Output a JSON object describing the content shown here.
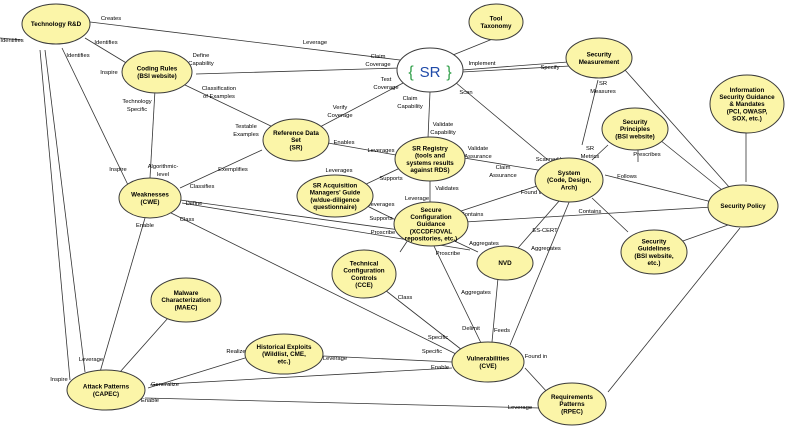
{
  "nodes": [
    {
      "id": "tech-rnd",
      "lines": [
        "Technology R&D"
      ]
    },
    {
      "id": "tool-taxonomy",
      "lines": [
        "Tool",
        "Taxonomy"
      ]
    },
    {
      "id": "sr",
      "lines": [
        "{",
        "SR",
        "}"
      ]
    },
    {
      "id": "security-measurement",
      "lines": [
        "Security",
        "Measurement"
      ]
    },
    {
      "id": "coding-rules",
      "lines": [
        "Coding Rules",
        "(BSI website)"
      ]
    },
    {
      "id": "info-security-guidance",
      "lines": [
        "Information",
        "Security Guidance",
        "& Mandates",
        "(PCI, OWASP,",
        "SOX, etc.)"
      ]
    },
    {
      "id": "security-principles",
      "lines": [
        "Security",
        "Principles",
        "(BSI website)"
      ]
    },
    {
      "id": "reference-data-set",
      "lines": [
        "Reference Data",
        "Set",
        "(SR)"
      ]
    },
    {
      "id": "sr-registry",
      "lines": [
        "SR Registry",
        "(tools and",
        "systems results",
        "against RDS)"
      ]
    },
    {
      "id": "system",
      "lines": [
        "System",
        "(Code, Design,",
        "Arch)"
      ]
    },
    {
      "id": "sr-acquisition",
      "lines": [
        "SR Acquisition",
        "Managers' Guide",
        "(w/due-diligence",
        "questionnaire)"
      ]
    },
    {
      "id": "weaknesses",
      "lines": [
        "Weaknesses",
        "(CWE)"
      ]
    },
    {
      "id": "security-policy",
      "lines": [
        "Security Policy"
      ]
    },
    {
      "id": "secure-config",
      "lines": [
        "Secure",
        "Configuration",
        "Guidance",
        "(XCCDF/OVAL",
        "repositories, etc.)"
      ]
    },
    {
      "id": "security-guidelines",
      "lines": [
        "Security",
        "Guidelines",
        "(BSI website,",
        "etc.)"
      ]
    },
    {
      "id": "tech-config-controls",
      "lines": [
        "Technical",
        "Configuration",
        "Controls",
        "(CCE)"
      ]
    },
    {
      "id": "nvd",
      "lines": [
        "NVD"
      ]
    },
    {
      "id": "malware",
      "lines": [
        "Malware",
        "Characterization",
        "(MAEC)"
      ]
    },
    {
      "id": "historical-exploits",
      "lines": [
        "Historical Exploits",
        "(Wildlist, CME,",
        "etc.)"
      ]
    },
    {
      "id": "vulnerabilities",
      "lines": [
        "Vulnerabilities",
        "(CVE)"
      ]
    },
    {
      "id": "attack-patterns",
      "lines": [
        "Attack Patterns",
        "(CAPEC)"
      ]
    },
    {
      "id": "requirements-patterns",
      "lines": [
        "Requirements",
        "Patterns",
        "(RPEC)"
      ]
    }
  ],
  "edge_labels": [
    "Identifies",
    "Creates",
    "Leverage",
    "Identifies",
    "Identifies",
    "Inspire",
    "Define",
    "Capability",
    "Claim",
    "Coverage",
    "Implement",
    "Specify",
    "Test",
    "Coverage",
    "Scan",
    "SR",
    "Measures",
    "Classification",
    "of Examples",
    "Technology",
    "Specific",
    "Verify",
    "Coverage",
    "Claim",
    "Capability",
    "Testable",
    "Examples",
    "Enables",
    "Validate",
    "Capability",
    "Prescribes",
    "Leverages",
    "Validate",
    "Assurance",
    "Scanned by",
    "SR",
    "Metrics",
    "Algorithmic-",
    "level",
    "Inspire",
    "Exemplifies",
    "Claim",
    "Assurance",
    "Leverages",
    "Supports",
    "Follows",
    "Classifies",
    "Validates",
    "Found in",
    "Define",
    "Leverages",
    "Supports",
    "Leverage",
    "Contains",
    "Class",
    "Proscribe",
    "ES-CERT",
    "Contains",
    "Enable",
    "Aggregates",
    "Aggregates",
    "Proscribe",
    "Class",
    "Aggregates",
    "Delimit",
    "Feeds",
    "Leverage",
    "Realize",
    "Specific",
    "Specific",
    "Found in",
    "Inspire",
    "Leverage",
    "Enable",
    "Generalize",
    "Enable",
    "Leverage"
  ]
}
